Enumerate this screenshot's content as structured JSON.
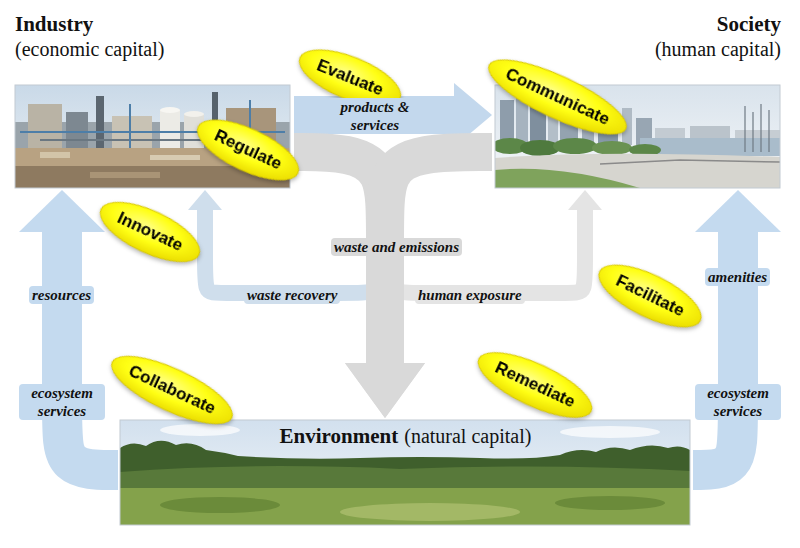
{
  "diagram": {
    "nodes": [
      {
        "text": [
          "Industry",
          "(economic capital)"
        ]
      },
      {
        "text": [
          "Evaluate"
        ]
      },
      {
        "text": [
          "Communicate"
        ]
      },
      {
        "text": [
          "Society",
          "(human capital)"
        ]
      },
      {
        "text": [
          "Regulate"
        ]
      },
      {
        "text": [
          "Innovate"
        ]
      },
      {
        "text": [
          "Facilitate"
        ]
      },
      {
        "text": [
          "Collaborate"
        ]
      },
      {
        "text": [
          "Remediate"
        ]
      },
      {
        "text": [
          "Environment",
          "(natural capital)"
        ]
      }
    ],
    "edges": [
      {
        "from": 0,
        "to": 3,
        "label": "products & services",
        "arrow": "to"
      },
      {
        "from": 0,
        "to": 9,
        "label": "waste and emissions",
        "arrow": "to"
      },
      {
        "from": 3,
        "to": 9,
        "arrow": "to"
      },
      {
        "from": 3,
        "to": 0,
        "label": "waste recovery",
        "arrow": "to"
      },
      {
        "from": 0,
        "to": 3,
        "label": "human exposure",
        "arrow": "to"
      },
      {
        "from": 9,
        "to": 0,
        "label": "resources",
        "arrow": "to"
      },
      {
        "from": 9,
        "to": 3,
        "label": "amenities",
        "arrow": "to"
      }
    ],
    "labels": [
      "ecosystem services",
      "ecosystem services"
    ]
  }
}
